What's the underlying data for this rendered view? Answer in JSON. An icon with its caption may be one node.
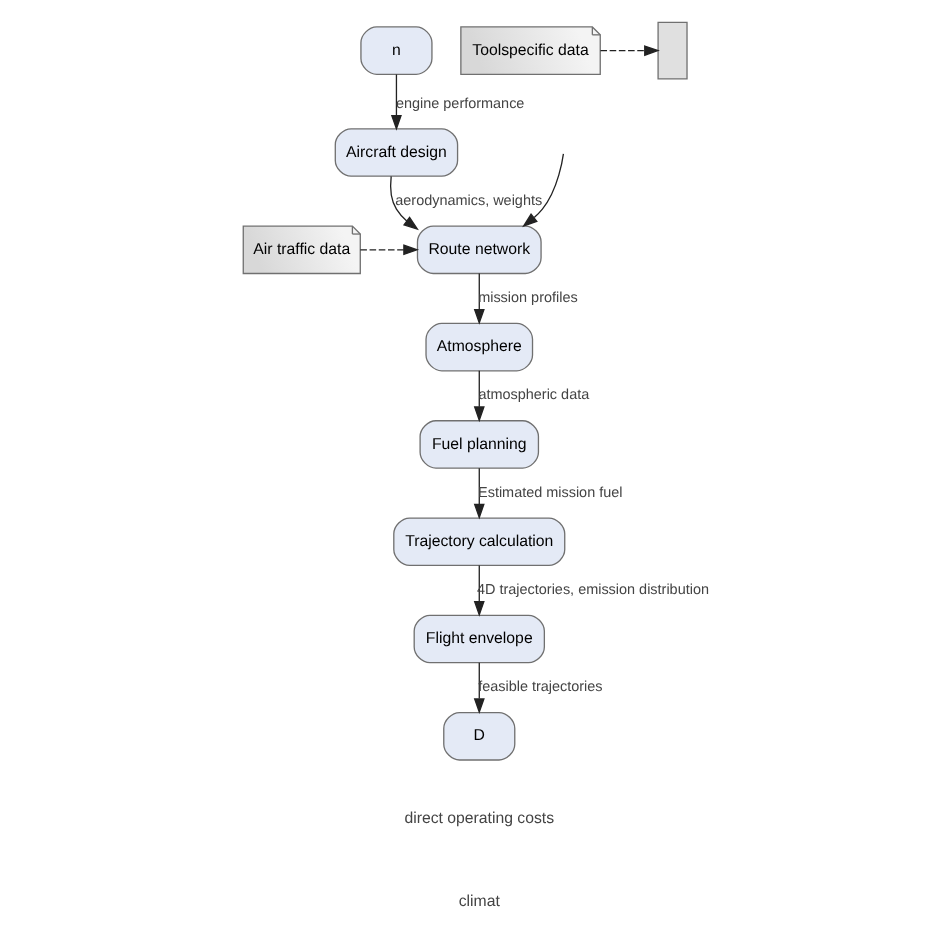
{
  "diagram": {
    "nodes": [
      {
        "text": [
          "n"
        ]
      },
      {
        "text": [
          "Aircraft design"
        ]
      },
      {
        "text": [
          "Route network"
        ]
      },
      {
        "text": [
          "Air traffic data"
        ]
      },
      {
        "text": [
          "Atmosphere"
        ]
      },
      {
        "text": [
          "Fuel planning"
        ]
      },
      {
        "text": [
          "Trajectory calculation"
        ]
      },
      {
        "text": [
          "Flight envelope"
        ]
      },
      {
        "text": [
          "D"
        ]
      },
      {
        "text": [],
        "shape": "box"
      },
      {
        "text": [
          "Toolspecific data"
        ]
      }
    ],
    "edges": [
      {
        "from": 0,
        "to": 1,
        "arrow": "to",
        "label": "engine performance"
      },
      {
        "from": 1,
        "to": 2,
        "arrow": "to",
        "label": "aerodynamics, weights"
      },
      {
        "from": null,
        "to": 2,
        "arrow": "to"
      },
      {
        "from": 3,
        "to": 2,
        "arrow": "to",
        "style": "dashed"
      },
      {
        "from": 2,
        "to": 4,
        "arrow": "to",
        "label": "mission profiles"
      },
      {
        "from": 4,
        "to": 5,
        "arrow": "to",
        "label": "atmospheric data"
      },
      {
        "from": 5,
        "to": 6,
        "arrow": "to",
        "label": "Estimated mission fuel"
      },
      {
        "from": 6,
        "to": 7,
        "arrow": "to",
        "label": "4D trajectories, emission distribution"
      },
      {
        "from": 7,
        "to": 8,
        "arrow": "to",
        "label": "feasible trajectories"
      },
      {
        "from": 10,
        "to": 9,
        "arrow": "to",
        "style": "dashed"
      }
    ],
    "labels": [
      "direct operating costs",
      "climat"
    ]
  }
}
